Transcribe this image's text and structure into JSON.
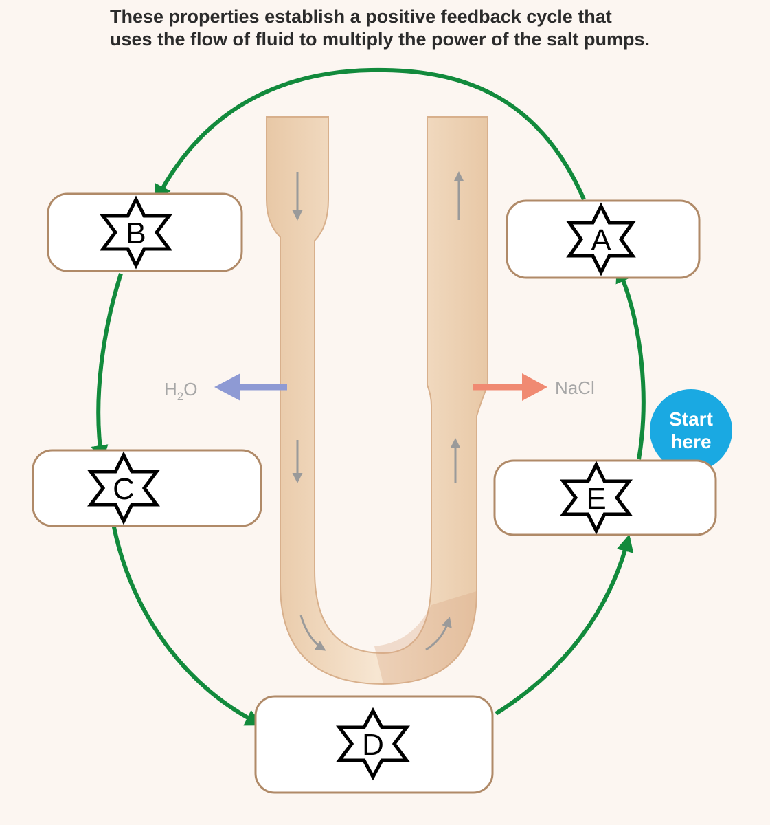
{
  "caption": {
    "line1": "These properties establish a positive feedback cycle that",
    "line2": "uses the flow of fluid to multiply the power of the salt pumps."
  },
  "labels": {
    "water": "H",
    "water_sub": "2",
    "water_tail": "O",
    "salt": "NaCl"
  },
  "start": {
    "line1": "Start",
    "line2": "here"
  },
  "boxes": [
    {
      "id": "A",
      "letter": "A"
    },
    {
      "id": "B",
      "letter": "B"
    },
    {
      "id": "C",
      "letter": "C"
    },
    {
      "id": "D",
      "letter": "D"
    },
    {
      "id": "E",
      "letter": "E"
    }
  ],
  "colors": {
    "cycle_arrow": "#128a3c",
    "water_arrow": "#8e9ad4",
    "salt_arrow": "#f08a72",
    "start_badge": "#1aa9e2",
    "box_border": "#b08a68",
    "tube_fill": "#f0d3b3"
  }
}
